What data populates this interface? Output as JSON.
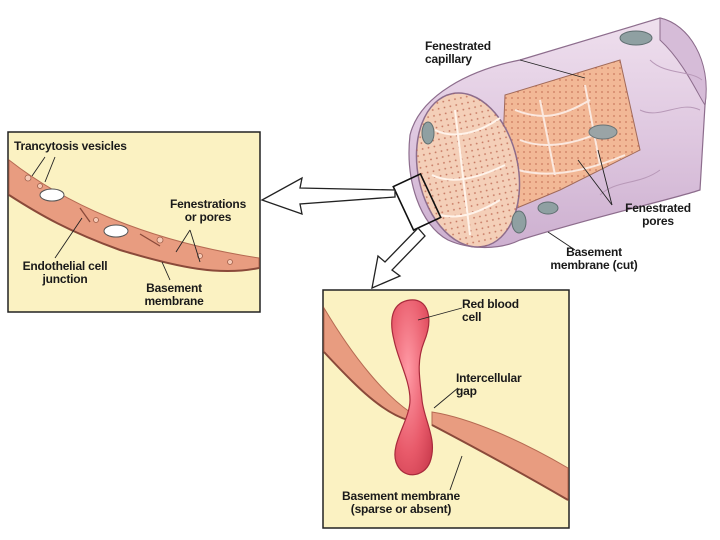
{
  "capillary": {
    "title_line1": "Fenestrated",
    "title_line2": "capillary",
    "pores_line1": "Fenestrated",
    "pores_line2": "pores",
    "basement_line1": "Basement",
    "basement_line2": "membrane (cut)"
  },
  "left_panel": {
    "vesicles": "Trancytosis  vesicles",
    "fenestrations_line1": "Fenestrations",
    "fenestrations_line2": "or pores",
    "junction_line1": "Endothelial cell",
    "junction_line2": "junction",
    "basement_line1": "Basement",
    "basement_line2": "membrane"
  },
  "bottom_panel": {
    "rbc_line1": "Red blood",
    "rbc_line2": "cell",
    "gap_line1": "Intercellular",
    "gap_line2": "gap",
    "basement_line1": "Basement membrane",
    "basement_line2": "(sparse or absent)"
  },
  "colors": {
    "panel_background": "#fbf2c2",
    "endothelium": "#e89c80",
    "vessel_wall": "#e4cfe3",
    "vessel_interior": "#f2b896",
    "red_blood_cell": "#e85a6a"
  }
}
